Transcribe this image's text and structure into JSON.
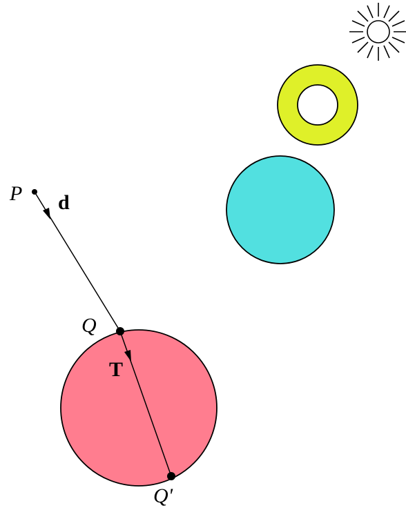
{
  "labels": {
    "point_p": "P",
    "direction": "d",
    "entry_point": "Q",
    "transmitted": "T",
    "exit_point": "Q'"
  },
  "colors": {
    "background": "#ffffff",
    "stroke": "#000000",
    "torus_fill": "#dff029",
    "torus_hole": "#ffffff",
    "blue_sphere": "#52e0e0",
    "red_sphere": "#ff7d8f"
  },
  "icons": {
    "light_source": "sun-icon"
  }
}
